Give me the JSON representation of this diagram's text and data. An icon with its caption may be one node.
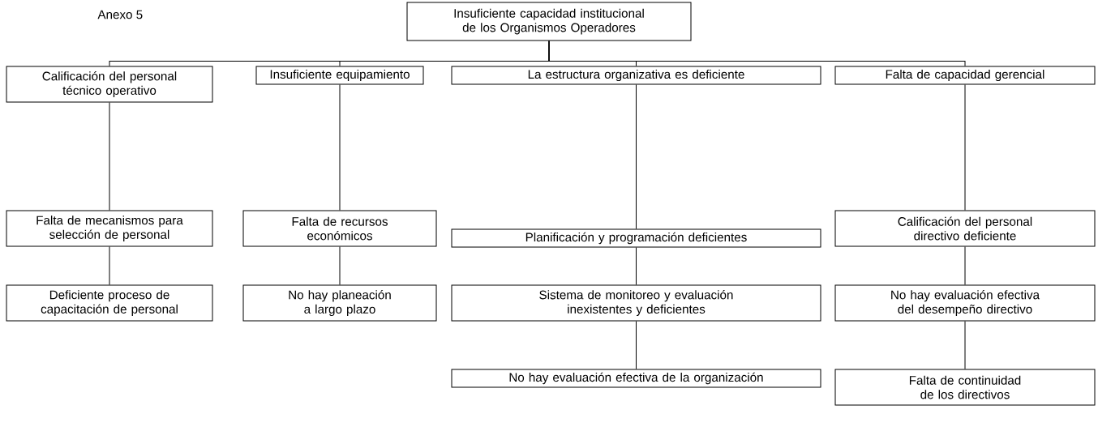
{
  "diagram": {
    "nodes": [
      {
        "text": [
          "Insuficiente capacidad institucional de los Organismos Operadores"
        ]
      },
      {
        "text": [
          "Calificación del personal técnico operativo"
        ]
      },
      {
        "text": [
          "Insuficiente equipamiento"
        ]
      },
      {
        "text": [
          "La estructura organizativa es deficiente"
        ]
      },
      {
        "text": [
          "Falta de capacidad gerencial"
        ]
      },
      {
        "text": [
          "Falta de mecanismos para selección de personal"
        ]
      },
      {
        "text": [
          "Falta de recursos económicos"
        ]
      },
      {
        "text": [
          "Planificación y programación deficientes"
        ]
      },
      {
        "text": [
          "Calificación del personal directivo deficiente"
        ]
      },
      {
        "text": [
          "Deficiente proceso de capacitación de personal"
        ]
      },
      {
        "text": [
          "No hay planeación a largo plazo"
        ]
      },
      {
        "text": [
          "Sistema de monitoreo y evaluación inexistentes y deficientes"
        ]
      },
      {
        "text": [
          "No hay evaluación efectiva del desempeño directivo"
        ]
      },
      {
        "text": [
          "No hay evaluación efectiva de la organización"
        ]
      },
      {
        "text": [
          "Falta de continuidad de los directivos"
        ]
      }
    ],
    "edges": [
      {
        "from": 0,
        "to": 1,
        "arrow": "none"
      },
      {
        "from": 0,
        "to": 2,
        "arrow": "none"
      },
      {
        "from": 0,
        "to": 3,
        "arrow": "none"
      },
      {
        "from": 0,
        "to": 4,
        "arrow": "none"
      },
      {
        "from": 1,
        "to": 5,
        "arrow": "none"
      },
      {
        "from": 5,
        "to": 9,
        "arrow": "none"
      },
      {
        "from": 2,
        "to": 6,
        "arrow": "none"
      },
      {
        "from": 6,
        "to": 10,
        "arrow": "none"
      },
      {
        "from": 3,
        "to": 7,
        "arrow": "none"
      },
      {
        "from": 7,
        "to": 11,
        "arrow": "none"
      },
      {
        "from": 11,
        "to": 13,
        "arrow": "none"
      },
      {
        "from": 4,
        "to": 8,
        "arrow": "none"
      },
      {
        "from": 8,
        "to": 12,
        "arrow": "none"
      },
      {
        "from": 12,
        "to": 14,
        "arrow": "none"
      }
    ],
    "labels": [
      "Anexo  5"
    ]
  }
}
